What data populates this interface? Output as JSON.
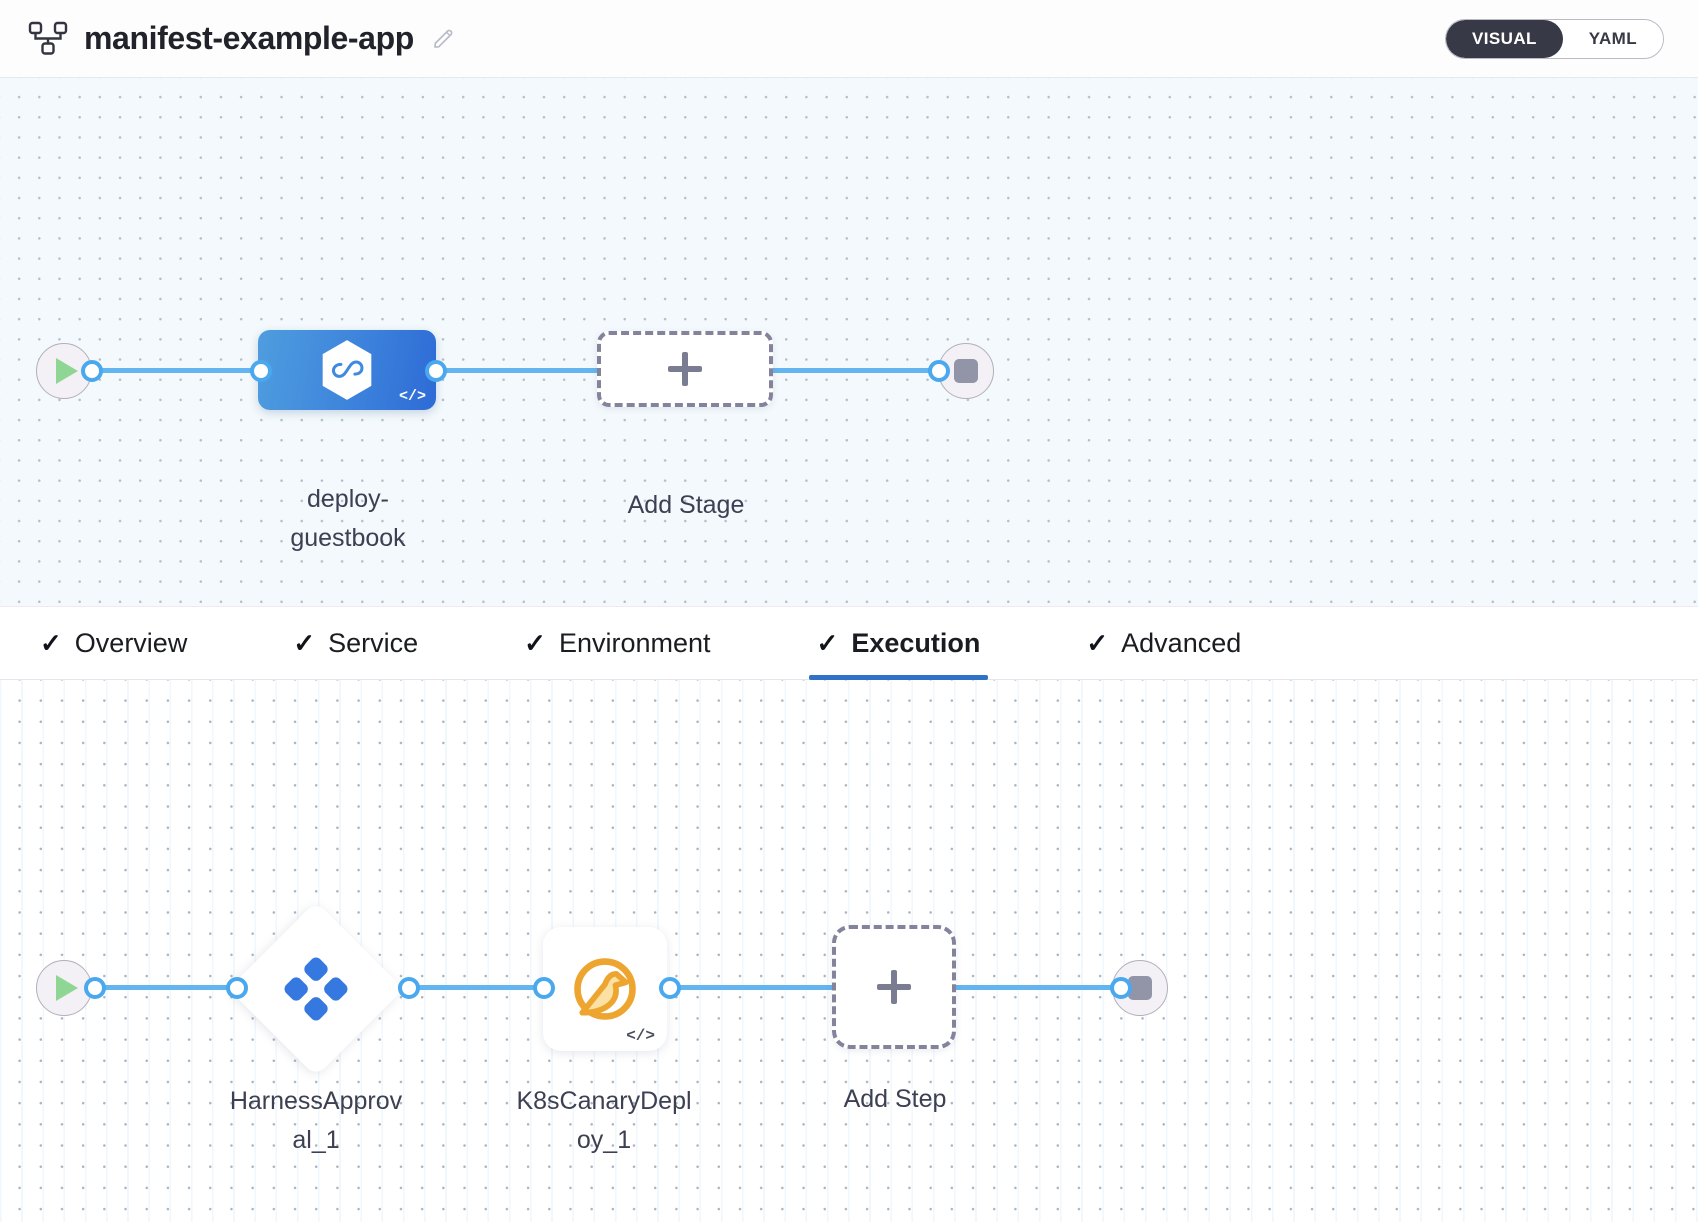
{
  "header": {
    "pipeline_icon": "pipeline-nodes-icon",
    "title": "manifest-example-app",
    "edit_icon": "edit-pencil-icon",
    "view_toggle": {
      "options": [
        {
          "label": "VISUAL",
          "active": true
        },
        {
          "label": "YAML",
          "active": false
        }
      ]
    }
  },
  "stage_canvas": {
    "start_node": {
      "name": "pipeline-start",
      "icon": "play-icon"
    },
    "stage": {
      "name": "deploy-guestbook",
      "label": "deploy-\nguestbook",
      "icon": "harness-cd-hexagon-icon",
      "code_badge": "</>",
      "color_from": "#4f9ddf",
      "color_to": "#2e6bd6"
    },
    "add_stage": {
      "label": "Add Stage",
      "icon": "plus-icon"
    },
    "end_node": {
      "name": "pipeline-end",
      "icon": "stop-icon"
    }
  },
  "tabs": [
    {
      "label": "Overview",
      "check": "✓",
      "active": false
    },
    {
      "label": "Service",
      "check": "✓",
      "active": false
    },
    {
      "label": "Environment",
      "check": "✓",
      "active": false
    },
    {
      "label": "Execution",
      "check": "✓",
      "active": true
    },
    {
      "label": "Advanced",
      "check": "✓",
      "active": false
    }
  ],
  "step_canvas": {
    "start_node": {
      "name": "execution-start",
      "icon": "play-icon"
    },
    "steps": [
      {
        "name": "HarnessApproval_1",
        "label": "HarnessApprov\nal_1",
        "shape": "diamond",
        "icon": "harness-approval-icon",
        "icon_color": "#3579e0"
      },
      {
        "name": "K8sCanaryDeploy_1",
        "label": "K8sCanaryDepl\noy_1",
        "shape": "square",
        "icon": "canary-bird-icon",
        "icon_color": "#eda52f",
        "code_badge": "</>"
      }
    ],
    "add_step": {
      "label": "Add Step",
      "icon": "plus-icon"
    },
    "end_node": {
      "name": "execution-end",
      "icon": "stop-icon"
    }
  },
  "colors": {
    "accent_blue": "#2f72c8",
    "connector_blue": "#63b5f0",
    "toggle_dark": "#383946",
    "canvas_tint": "#f3f9fc"
  }
}
